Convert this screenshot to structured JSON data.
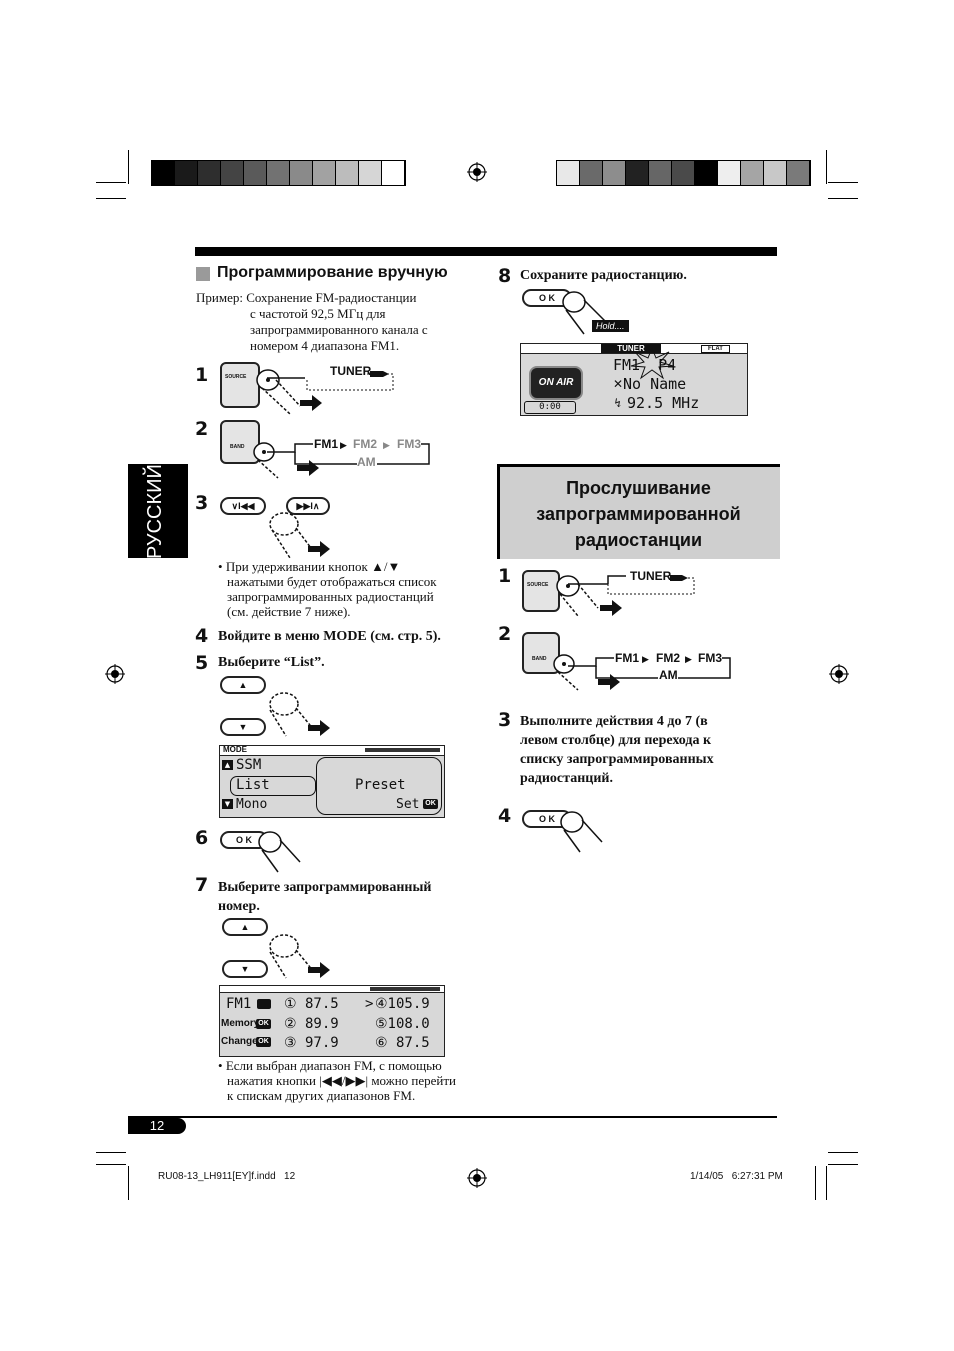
{
  "sidebar_language": "РУССКИЙ",
  "left": {
    "section_title": "Программирование вручную",
    "example": [
      "Пример: Сохранение FM-радиостанции",
      "с частотой 92,5 МГц для",
      "запрограммированного канала с",
      "номером 4 диапазона FM1."
    ],
    "steps": {
      "s1": "1",
      "s2": "2",
      "s3": "3",
      "s4": "4",
      "s5": "5",
      "s6": "6",
      "s7": "7",
      "s4_text": "Войдите в меню MODE (см. стр. 5).",
      "s5_text": "Выберите “List”.",
      "s7_text_1": "Выберите запрограммированный",
      "s7_text_2": "номер."
    },
    "bullet1": [
      "При удерживании кнопок ▲/▼",
      "нажатыми будет отображаться список",
      "запрограммированных радиостанций",
      "(см. действие 7 ниже)."
    ],
    "bullet2": [
      "Если выбран диапазон FM, с помощью",
      "нажатия кнопки |◀◀/▶▶| можно перейти",
      "к спискам других диапазонов FM."
    ]
  },
  "diagram": {
    "source_key": "SOURCE",
    "band_key": "BAND",
    "tuner": "TUNER",
    "fm1": "FM1",
    "fm2": "FM2",
    "fm3": "FM3",
    "am": "AM",
    "ok": "O K",
    "hold": "Hold....",
    "prev_key": "∨I◀◀",
    "next_key": "▶▶I∧"
  },
  "mode_lcd": {
    "header": "MODE",
    "ssm": "SSM",
    "list": "List",
    "mono": "Mono",
    "preset": "Preset",
    "set": "Set",
    "ok_badge": "OK"
  },
  "preset_lcd": {
    "fm1": "FM1",
    "memory": "Memory",
    "change": "Change",
    "ok_badge": "OK",
    "col1": [
      "① 87.5",
      "② 89.9",
      "③ 97.9"
    ],
    "col2": [
      "④105.9",
      "⑤108.0",
      "⑥ 87.5"
    ],
    "cursor": ">"
  },
  "right": {
    "step8": "8",
    "step8_text": "Сохраните радиостанцию.",
    "box_title": [
      "Прослушивание",
      "запрограммированной",
      "радиостанции"
    ],
    "r_steps": {
      "s1": "1",
      "s2": "2",
      "s3": "3",
      "s4": "4"
    },
    "r3_text": [
      "Выполните действия 4 до 7 (в",
      "левом столбце) для перехода к",
      "списку запрограммированных",
      "радиостанций."
    ]
  },
  "onair_lcd": {
    "tuner_tab": "TUNER",
    "flat": "FLAT",
    "onair": "ON AIR",
    "line1": "FM1  P4",
    "line2": "No Name",
    "line3": "92.5 MHz",
    "clock": "0:00"
  },
  "footer": {
    "page_number": "12",
    "file": "RU08-13_LH911[EY]f.indd   12",
    "date": "1/14/05   6:27:31 PM"
  },
  "colors": {
    "accent_gray": "#cfcfcf",
    "sidebar_bg": "#000000"
  }
}
